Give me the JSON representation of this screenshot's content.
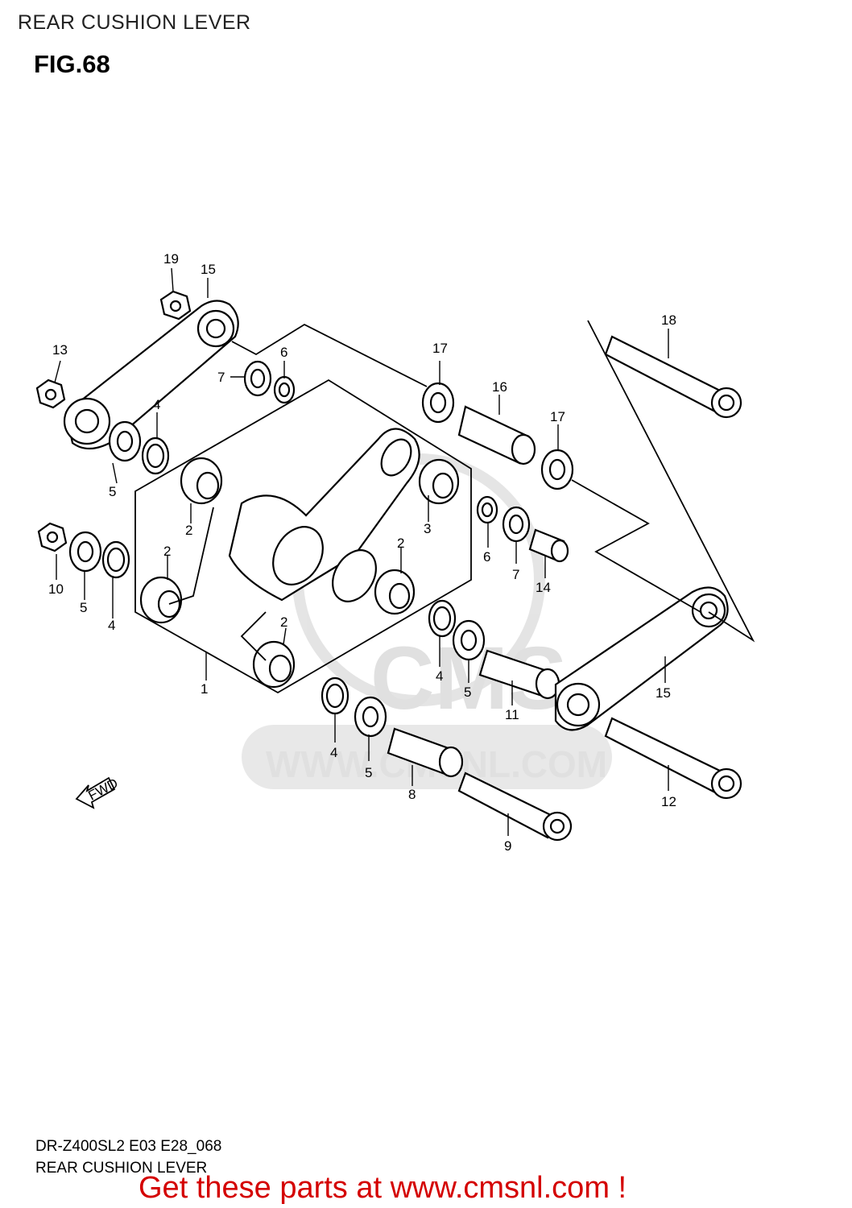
{
  "header": {
    "title": "REAR CUSHION LEVER",
    "figure": "FIG.68"
  },
  "diagram": {
    "watermark": {
      "logo_text": "CMS",
      "url_text": "WWW.CMSNL.COM"
    },
    "fwd_label": "FWD",
    "callouts": [
      "19",
      "15",
      "13",
      "6",
      "7",
      "4",
      "5",
      "17",
      "16",
      "18",
      "17",
      "2",
      "3",
      "2",
      "6",
      "7",
      "14",
      "10",
      "5",
      "4",
      "2",
      "2",
      "1",
      "4",
      "5",
      "11",
      "15",
      "4",
      "5",
      "8",
      "12",
      "9"
    ]
  },
  "footer": {
    "model_code": "DR-Z400SL2 E03 E28_068",
    "caption": "REAR CUSHION LEVER",
    "promo": "Get these parts at www.cmsnl.com !"
  }
}
